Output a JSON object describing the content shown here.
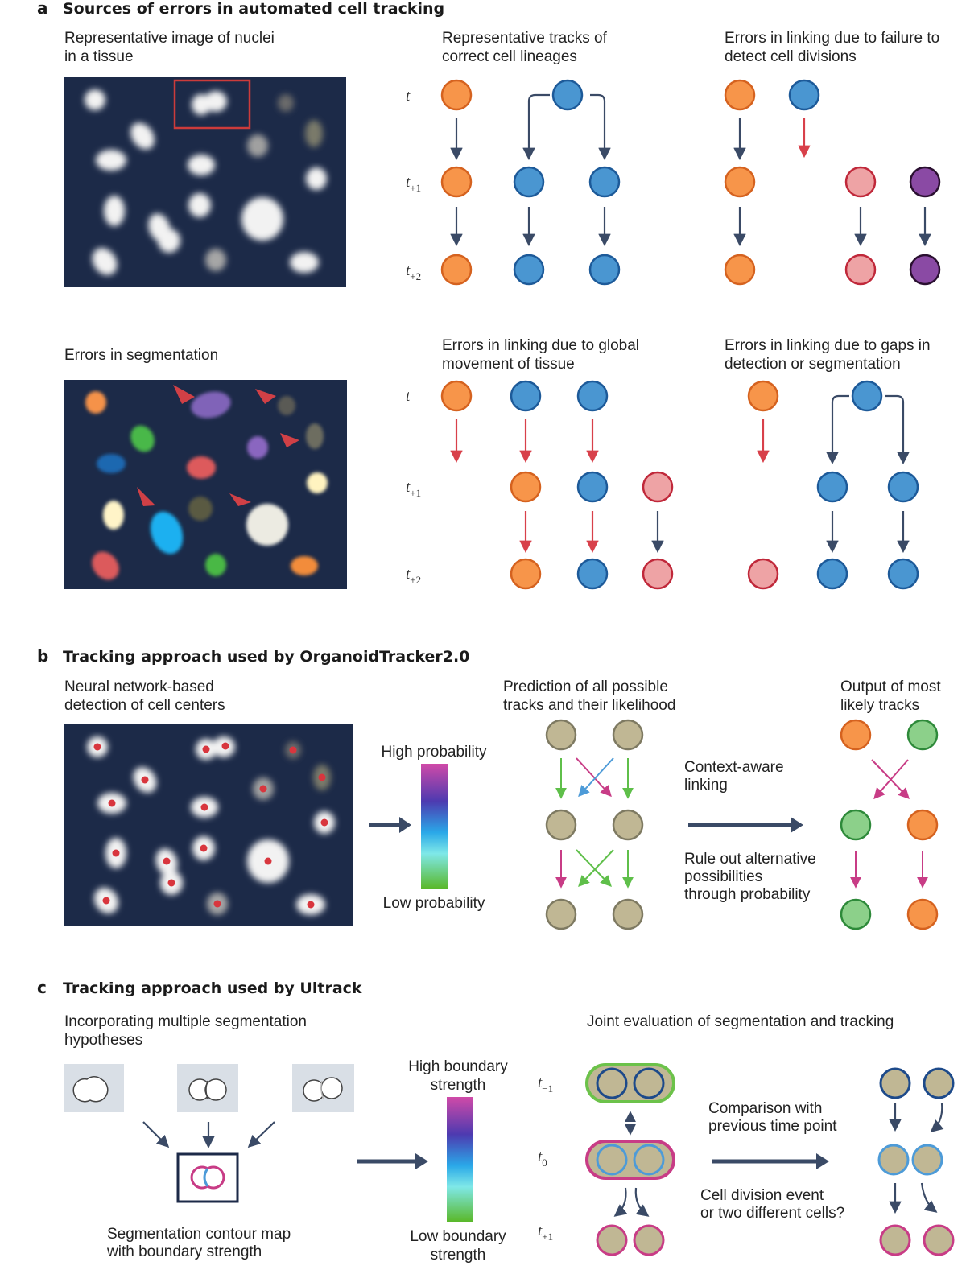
{
  "colors": {
    "orange": "#f7954a",
    "orange_stroke": "#d5621f",
    "blue": "#4a96d1",
    "blue_stroke": "#1d5a99",
    "pink": "#eea3a5",
    "pink_stroke": "#c0283a",
    "purple": "#8a4aa4",
    "purple_stroke": "#2a1030",
    "olive": "#c0b794",
    "olive_stroke": "#7e7a62",
    "green": "#8cd08a",
    "green_stroke": "#2e8a3a",
    "navy_bg": "#1c2a48",
    "arrow_dark": "#3a4a66",
    "arrow_red": "#d8404a",
    "contour_pink": "#c83c86",
    "contour_green": "#6cc24a",
    "contour_blue": "#4d9bd8"
  },
  "panel_a": {
    "letter": "a",
    "title": "Sources of errors in automated cell tracking",
    "rep_image": {
      "caption": [
        "Representative image of nuclei",
        "in a tissue"
      ]
    },
    "correct_tracks": {
      "caption": [
        "Representative tracks of",
        "correct cell lineages"
      ]
    },
    "division_errors": {
      "caption": [
        "Errors in linking due to failure to",
        "detect cell divisions"
      ]
    },
    "seg_errors": {
      "caption": [
        "Errors in segmentation"
      ]
    },
    "global_movement": {
      "caption": [
        "Errors in linking due to global",
        "movement of tissue"
      ]
    },
    "gaps": {
      "caption": [
        "Errors in linking due to gaps in",
        "detection or segmentation"
      ]
    },
    "time_labels": {
      "t": "t",
      "t1": {
        "base": "t",
        "sub": "+1"
      },
      "t2": {
        "base": "t",
        "sub": "+2"
      }
    }
  },
  "panel_b": {
    "letter": "b",
    "title": "Tracking approach used by OrganoidTracker2.0",
    "detection": {
      "caption": [
        "Neural network-based",
        "detection of cell centers"
      ]
    },
    "prob_high": "High probability",
    "prob_low": "Low probability",
    "prediction": {
      "caption": [
        "Prediction of all possible",
        "tracks and their likelihood"
      ]
    },
    "context": [
      "Context-aware",
      "linking"
    ],
    "rule_out": [
      "Rule out alternative",
      "possibilities",
      "through probability"
    ],
    "output": {
      "caption": [
        "Output of most",
        "likely tracks"
      ]
    }
  },
  "panel_c": {
    "letter": "c",
    "title": "Tracking approach used by Ultrack",
    "hypotheses": {
      "caption": [
        "Incorporating multiple segmentation",
        "hypotheses"
      ]
    },
    "contour_map": {
      "caption": [
        "Segmentation contour map",
        "with boundary strength"
      ]
    },
    "boundary_high": [
      "High boundary",
      "strength"
    ],
    "boundary_low": [
      "Low boundary",
      "strength"
    ],
    "joint": {
      "caption": [
        "Joint evaluation of segmentation and tracking"
      ]
    },
    "time_labels": {
      "tm1": {
        "base": "t",
        "sub": "−1"
      },
      "t0": {
        "base": "t",
        "sub": "0"
      },
      "tp1": {
        "base": "t",
        "sub": "+1"
      }
    },
    "comparison": [
      "Comparison with",
      "previous time point"
    ],
    "question": [
      "Cell division event",
      "or two different cells?"
    ]
  }
}
